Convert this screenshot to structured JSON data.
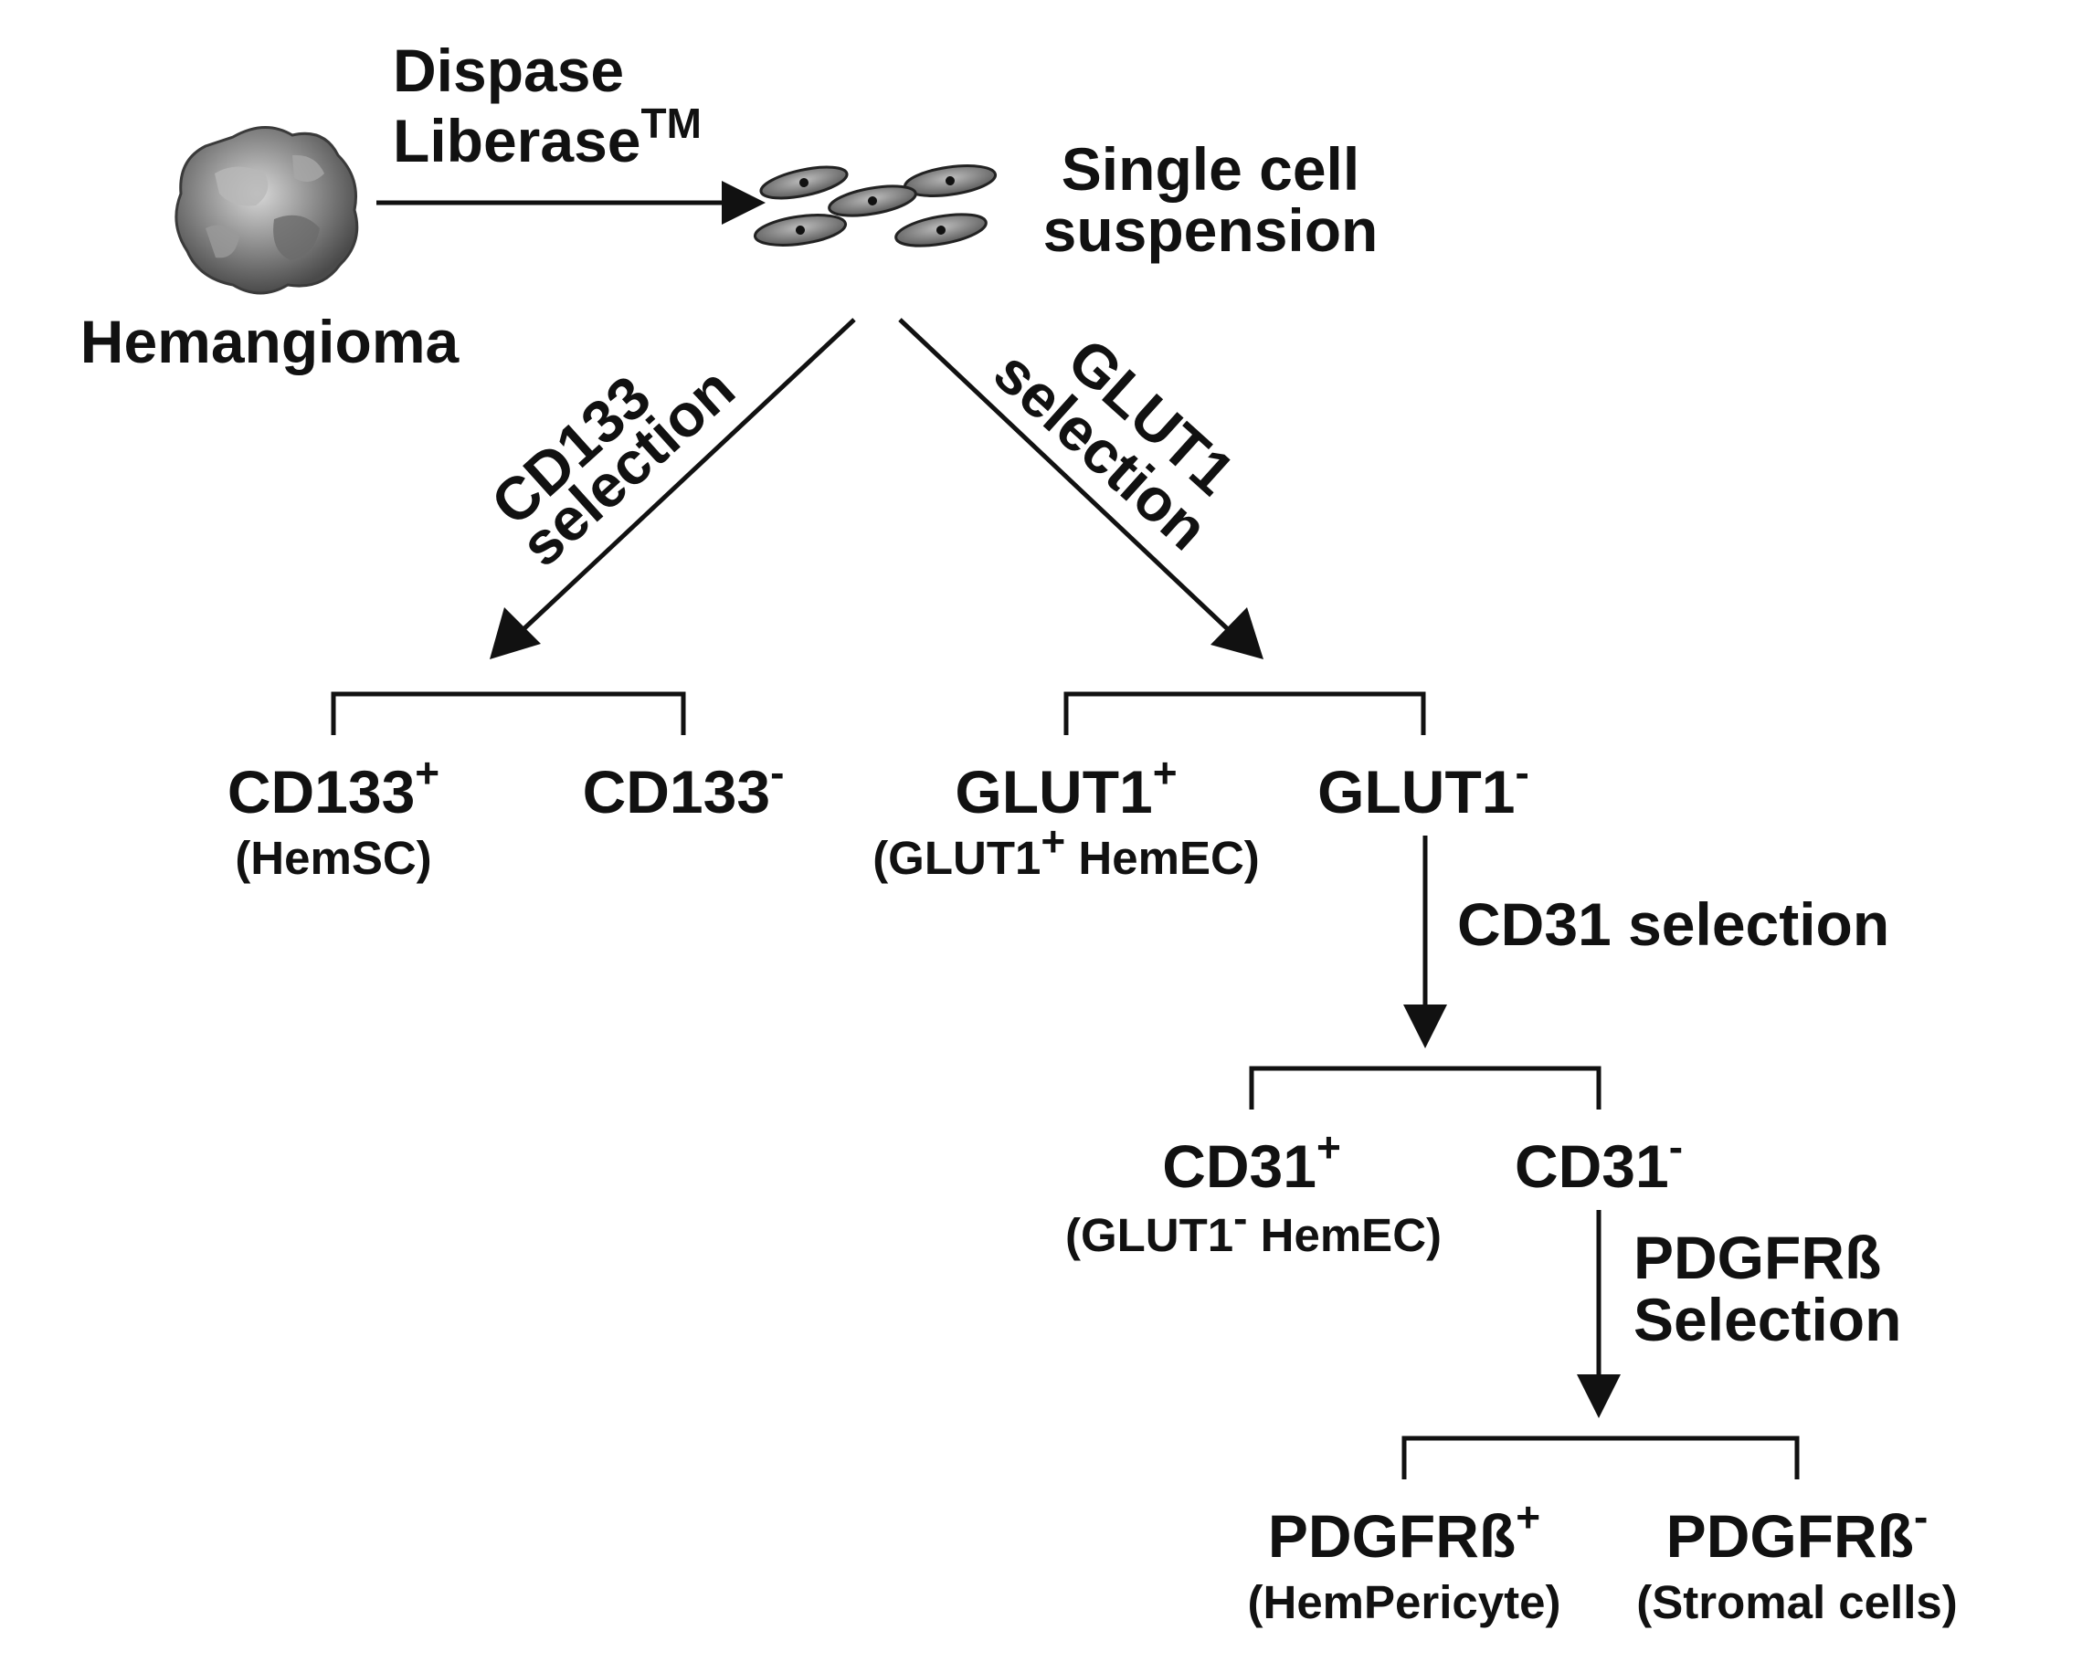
{
  "source": {
    "label": "Hemangioma",
    "icon": "tissue-blob-icon"
  },
  "digestion": {
    "line1": "Dispase",
    "line2": "Liberase",
    "mark": "TM"
  },
  "suspension": {
    "line1": "Single cell",
    "line2": "suspension",
    "icon": "cells-icon"
  },
  "branches": {
    "cd133": {
      "line1": "CD133",
      "line2": "selection"
    },
    "glut1": {
      "line1": "GLUT1",
      "line2": "selection"
    }
  },
  "nodes": {
    "cd133_pos": {
      "name": "CD133",
      "sign": "+",
      "sub": "(HemSC)"
    },
    "cd133_neg": {
      "name": "CD133",
      "sign": "-"
    },
    "glut1_pos": {
      "name": "GLUT1",
      "sign": "+",
      "sub_pre": "(GLUT1",
      "sub_sign": "+",
      "sub_post": " HemEC)"
    },
    "glut1_neg": {
      "name": "GLUT1",
      "sign": "-"
    },
    "cd31_pos": {
      "name": "CD31",
      "sign": "+",
      "sub_pre": "(GLUT1",
      "sub_sign": "-",
      "sub_post": " HemEC)"
    },
    "cd31_neg": {
      "name": "CD31",
      "sign": "-"
    },
    "pdgfrb_pos": {
      "name": "PDGFRß",
      "sign": "+",
      "sub": "(HemPericyte)"
    },
    "pdgfrb_neg": {
      "name": "PDGFRß",
      "sign": "-",
      "sub": "(Stromal cells)"
    }
  },
  "steps": {
    "cd31": {
      "label": "CD31 selection"
    },
    "pdgfrb": {
      "line1": "PDGFRß",
      "line2": "Selection"
    }
  }
}
